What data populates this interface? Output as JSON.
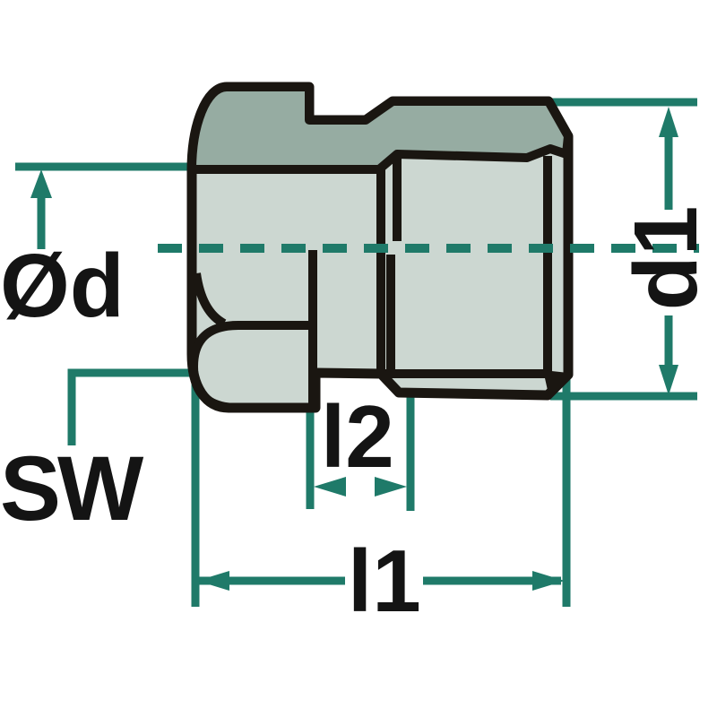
{
  "drawing": {
    "labels": {
      "diameter": "Ød",
      "wrench_size": "SW",
      "length_l2": "l2",
      "length_l1": "l1",
      "diameter_d1": "d1"
    },
    "colors": {
      "dimension": "#1f7a69",
      "outline": "#1a1611",
      "top_face": "#96aca2",
      "front_face": "#ccd7d1",
      "background": "#ffffff"
    }
  }
}
